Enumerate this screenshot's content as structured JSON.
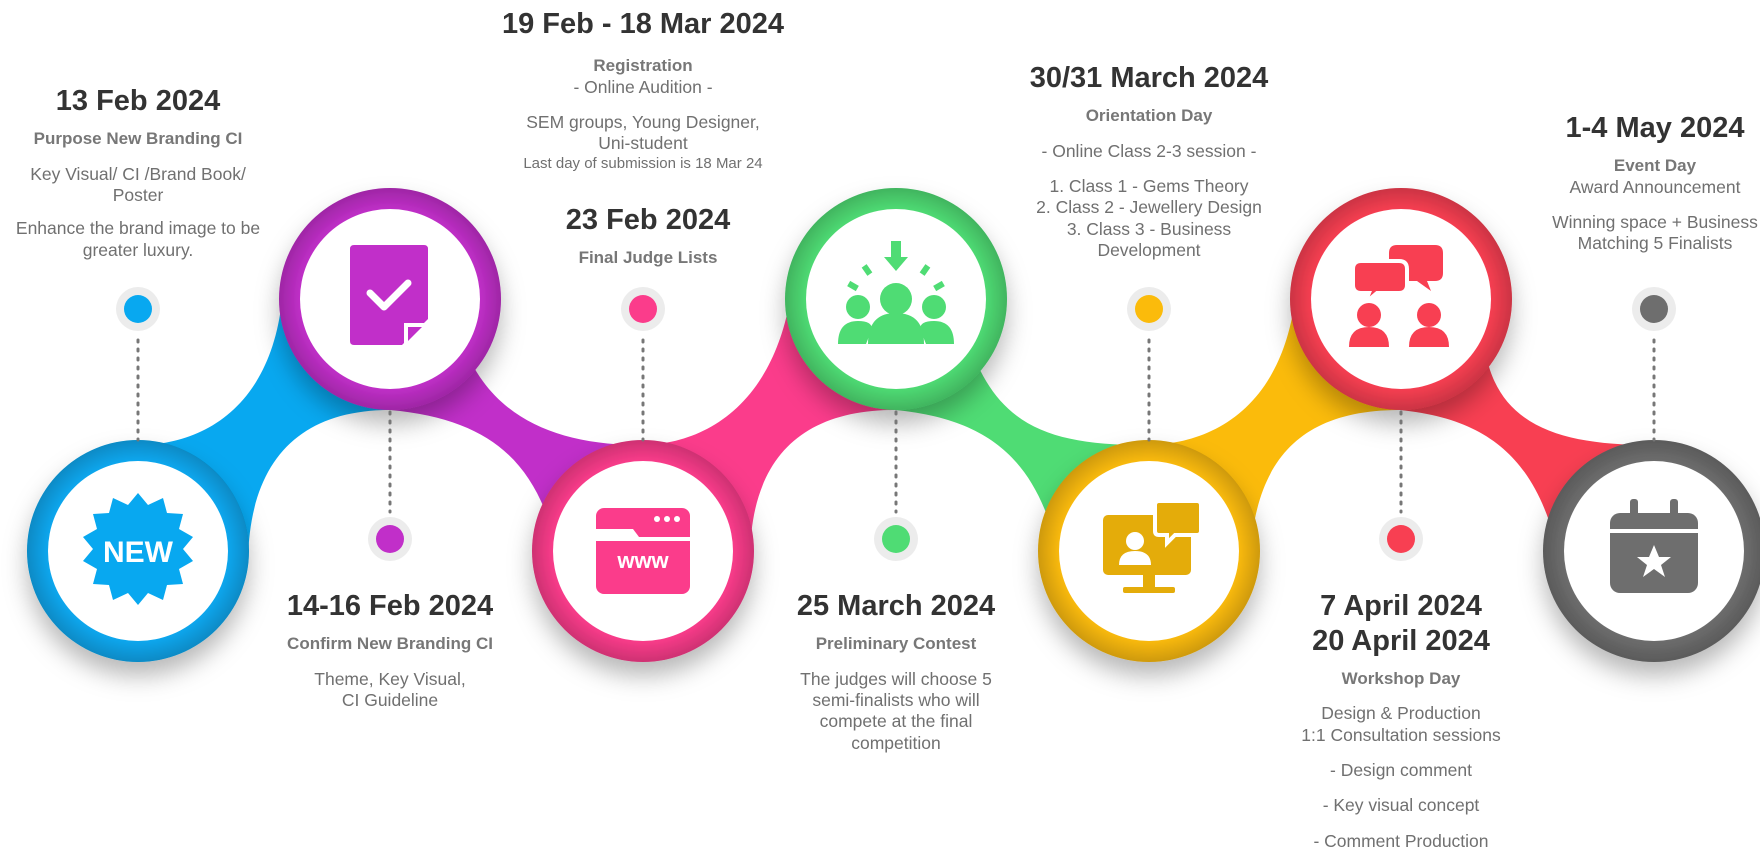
{
  "colors": {
    "blue": "#08a8f0",
    "purple": "#c12fc9",
    "pink": "#fb3c8b",
    "green": "#4fdc74",
    "yellow": "#fbbb0b",
    "red": "#f83f52",
    "gray": "#6e6e6e"
  },
  "milestones": [
    {
      "date": "13 Feb 2024",
      "title": "Purpose New Branding CI",
      "lines": [
        "Key Visual/ CI /Brand Book/",
        "Poster"
      ],
      "lines2": [
        "Enhance the brand image to be",
        "greater luxury."
      ],
      "icon": "new-badge-icon",
      "color": "#08a8f0"
    },
    {
      "date": "14-16 Feb 2024",
      "title": "Confirm New Branding CI",
      "lines": [
        "Theme, Key Visual,",
        "CI Guideline"
      ],
      "icon": "document-check-icon",
      "color": "#c12fc9"
    },
    {
      "date": "19 Feb - 18 Mar 2024",
      "title": "Registration",
      "subtitle": "- Online Audition -",
      "lines": [
        "SEM groups, Young Designer,",
        "Uni-student"
      ],
      "note": "Last day of submission is 18 Mar 24",
      "icon": "www-browser-icon",
      "color": "#fb3c8b"
    },
    {
      "date": "23 Feb 2024",
      "title": "Final Judge Lists",
      "color": "#fb3c8b"
    },
    {
      "date": "25 March 2024",
      "title": "Preliminary Contest",
      "lines": [
        "The judges will choose 5",
        "semi-finalists who will",
        "compete at the final",
        "competition"
      ],
      "icon": "group-selection-icon",
      "color": "#4fdc74"
    },
    {
      "date": "30/31 March 2024",
      "title": "Orientation Day",
      "subtitle": "- Online Class 2-3 session -",
      "lines": [
        "1. Class 1 - Gems Theory",
        "2. Class 2 - Jewellery Design",
        "3. Class 3 - Business",
        "Development"
      ],
      "icon": "online-meeting-icon",
      "color": "#fbbb0b"
    },
    {
      "date": "7 April 2024",
      "date2": "20 April 2024",
      "title": "Workshop Day",
      "lines": [
        "Design & Production",
        "1:1 Consultation sessions"
      ],
      "items": [
        "- Design comment",
        "- Key visual concept",
        "- Comment Production"
      ],
      "icon": "consultation-chat-icon",
      "color": "#f83f52"
    },
    {
      "date": "1-4 May 2024",
      "title": "Event Day",
      "subtitle": "Award Announcement",
      "lines": [
        "Winning space + Business",
        "Matching 5 Finalists"
      ],
      "icon": "calendar-star-icon",
      "color": "#6e6e6e"
    }
  ],
  "icons": {
    "new_badge_text": "NEW",
    "www_text": "www"
  }
}
